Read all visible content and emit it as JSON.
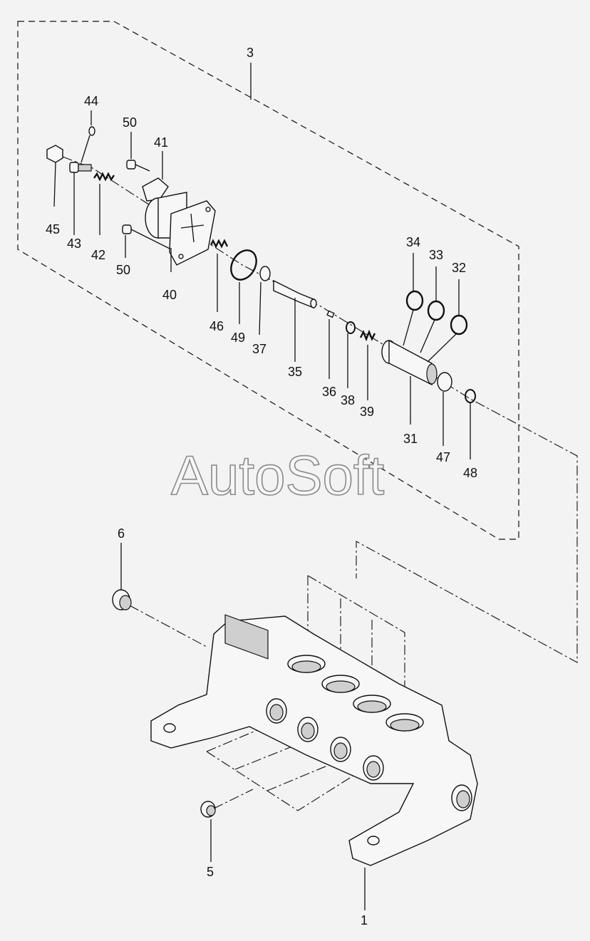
{
  "watermark": "AutoSoft",
  "callouts": [
    {
      "id": "c1",
      "label": "1"
    },
    {
      "id": "c3",
      "label": "3"
    },
    {
      "id": "c5",
      "label": "5"
    },
    {
      "id": "c6",
      "label": "6"
    },
    {
      "id": "c31",
      "label": "31"
    },
    {
      "id": "c32",
      "label": "32"
    },
    {
      "id": "c33",
      "label": "33"
    },
    {
      "id": "c34",
      "label": "34"
    },
    {
      "id": "c35",
      "label": "35"
    },
    {
      "id": "c36",
      "label": "36"
    },
    {
      "id": "c37",
      "label": "37"
    },
    {
      "id": "c38",
      "label": "38"
    },
    {
      "id": "c39",
      "label": "39"
    },
    {
      "id": "c40",
      "label": "40"
    },
    {
      "id": "c41",
      "label": "41"
    },
    {
      "id": "c42",
      "label": "42"
    },
    {
      "id": "c43",
      "label": "43"
    },
    {
      "id": "c44",
      "label": "44"
    },
    {
      "id": "c45",
      "label": "45"
    },
    {
      "id": "c46",
      "label": "46"
    },
    {
      "id": "c47",
      "label": "47"
    },
    {
      "id": "c48",
      "label": "48"
    },
    {
      "id": "c49",
      "label": "49"
    },
    {
      "id": "c50a",
      "label": "50"
    },
    {
      "id": "c50b",
      "label": "50"
    }
  ]
}
